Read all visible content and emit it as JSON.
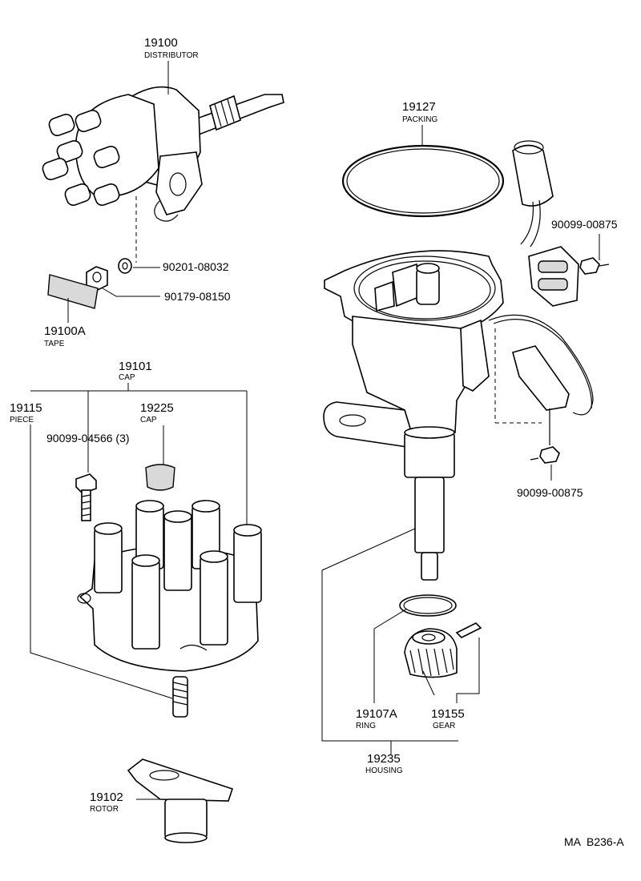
{
  "parts": {
    "p19100": {
      "number": "19100",
      "name": "DISTRIBUTOR"
    },
    "p90201": {
      "number": "90201-08032"
    },
    "p90179": {
      "number": "90179-08150"
    },
    "p19100A": {
      "number": "19100A",
      "name": "TAPE"
    },
    "p19101": {
      "number": "19101",
      "name": "CAP"
    },
    "p19115": {
      "number": "19115",
      "name": "PIECE"
    },
    "p19225": {
      "number": "19225",
      "name": "CAP"
    },
    "p90099_04566": {
      "number": "90099-04566 (3)"
    },
    "p19102": {
      "number": "19102",
      "name": "ROTOR"
    },
    "p19127": {
      "number": "19127",
      "name": "PACKING"
    },
    "p90099_00875a": {
      "number": "90099-00875"
    },
    "p90099_00875b": {
      "number": "90099-00875"
    },
    "p19107A": {
      "number": "19107A",
      "name": "RING"
    },
    "p19155": {
      "number": "19155",
      "name": "GEAR"
    },
    "p19235": {
      "number": "19235",
      "name": "HOUSING"
    }
  },
  "reference": "MA  B236-A"
}
